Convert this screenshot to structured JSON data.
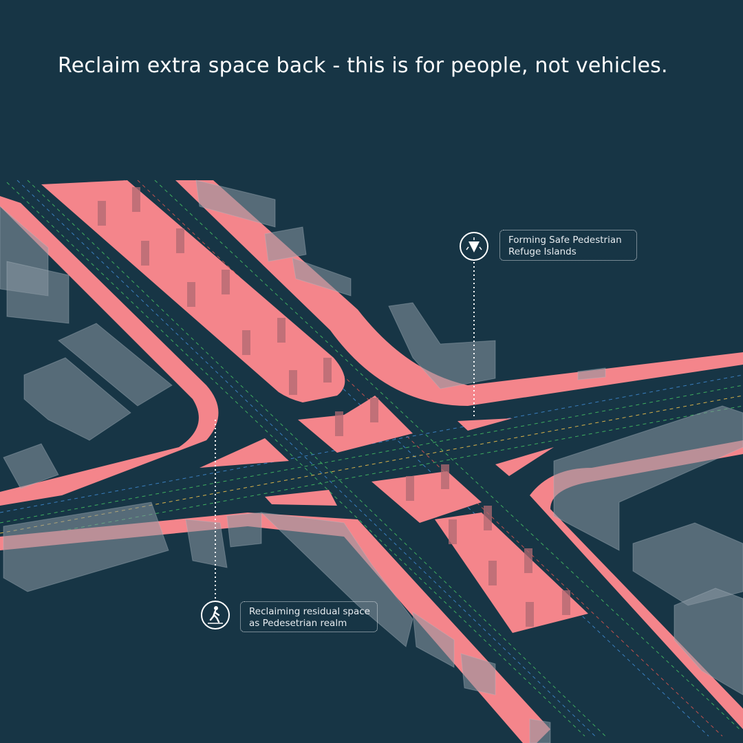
{
  "headline": "Reclaim extra space back - this is for people, not vehicles.",
  "callouts": {
    "refuge": {
      "line1": "Forming Safe Pedestrian",
      "line2": "Refuge Islands",
      "icon": "refuge-island-icon"
    },
    "residual": {
      "line1": "Reclaiming residual space",
      "line2": "as Pedesetrian realm",
      "icon": "pedestrian-icon"
    }
  },
  "colors": {
    "background": "#173545",
    "pedestrian_realm": "#f4858b",
    "buildings": "#8a98a3",
    "text": "#ffffff"
  }
}
